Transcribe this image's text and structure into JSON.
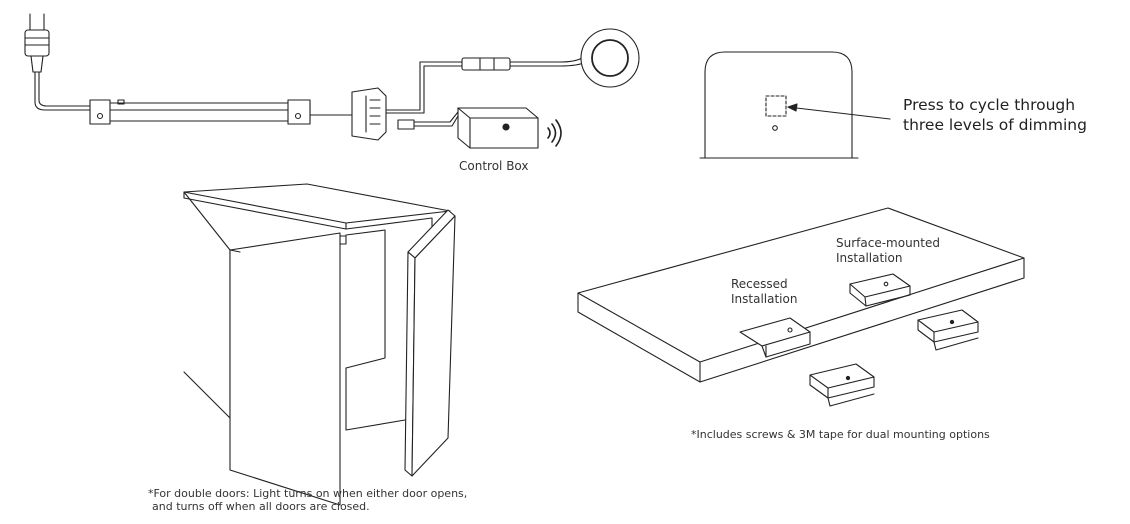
{
  "labels": {
    "control_box": "Control Box",
    "press_line1": "Press to cycle through",
    "press_line2": "three levels of dimming",
    "surface_line1": "Surface-mounted",
    "surface_line2": "Installation",
    "recessed_line1": "Recessed",
    "recessed_line2": "Installation",
    "screws_note": "*Includes screws & 3M tape for dual mounting options",
    "doors_note_line1": "*For double doors: Light turns on when either door opens,",
    "doors_note_line2": "and turns off when all doors are closed."
  }
}
